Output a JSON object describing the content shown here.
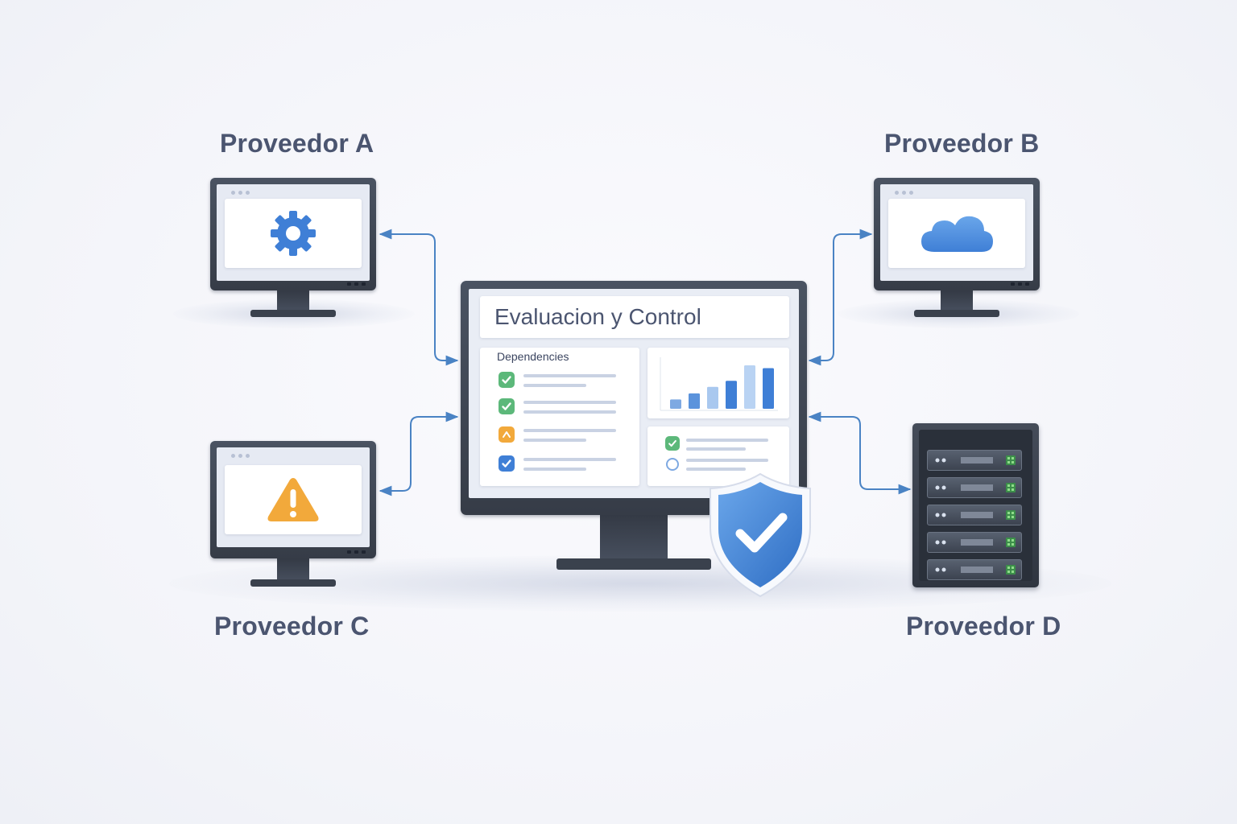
{
  "providers": {
    "a": {
      "label": "Proveedor A",
      "icon": "gear-icon"
    },
    "b": {
      "label": "Proveedor B",
      "icon": "cloud-icon"
    },
    "c": {
      "label": "Proveedor C",
      "icon": "warning-icon"
    },
    "d": {
      "label": "Proveedor D",
      "icon": "server-rack-icon"
    }
  },
  "central": {
    "title": "Evaluacion y Control",
    "dependencies_label": "Dependencies",
    "dependency_items": [
      {
        "status": "ok",
        "icon": "check-icon"
      },
      {
        "status": "ok",
        "icon": "check-icon"
      },
      {
        "status": "warning",
        "icon": "alert-icon"
      },
      {
        "status": "done",
        "icon": "check-icon"
      }
    ],
    "chart": {
      "type": "bar",
      "relative_values": [
        0.2,
        0.33,
        0.47,
        0.6,
        0.93,
        0.87
      ]
    },
    "status_items": [
      {
        "status": "ok",
        "icon": "check-icon"
      },
      {
        "status": "pending",
        "icon": "circle-icon"
      }
    ],
    "badge_icon": "shield-check-icon"
  },
  "colors": {
    "accent_blue": "#3f7fd6",
    "success_green": "#5cb87a",
    "warning_orange": "#f2a93b",
    "label_text": "#4b5570",
    "monitor_dark": "#3b424e",
    "arrow_blue": "#4a83c4"
  }
}
